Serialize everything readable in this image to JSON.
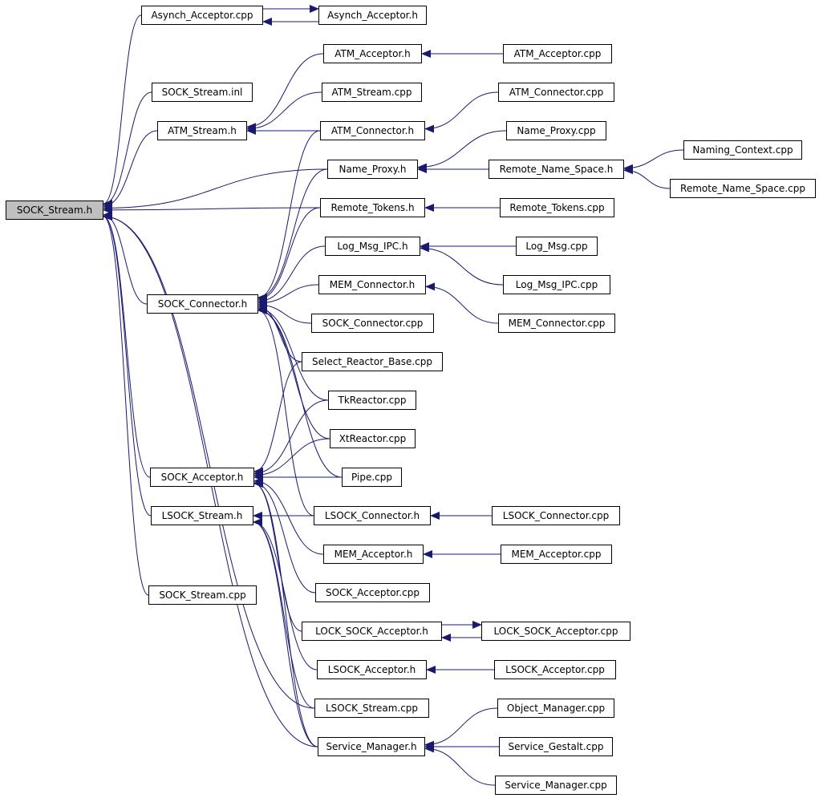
{
  "colors": {
    "edge": "#191970",
    "root_fill": "#bfbfbf",
    "node_fill": "#ffffff",
    "border": "#000000"
  },
  "nodes": {
    "n_sock_stream_h": "SOCK_Stream.h",
    "n_asynch_acceptor_cpp": "Asynch_Acceptor.cpp",
    "n_asynch_acceptor_h": "Asynch_Acceptor.h",
    "n_sock_stream_inl": "SOCK_Stream.inl",
    "n_atm_stream_h": "ATM_Stream.h",
    "n_atm_acceptor_h": "ATM_Acceptor.h",
    "n_atm_acceptor_cpp": "ATM_Acceptor.cpp",
    "n_atm_stream_cpp": "ATM_Stream.cpp",
    "n_atm_connector_cpp": "ATM_Connector.cpp",
    "n_atm_connector_h": "ATM_Connector.h",
    "n_name_proxy_cpp": "Name_Proxy.cpp",
    "n_name_proxy_h": "Name_Proxy.h",
    "n_remote_name_space_h": "Remote_Name_Space.h",
    "n_naming_context_cpp": "Naming_Context.cpp",
    "n_remote_name_space_cpp": "Remote_Name_Space.cpp",
    "n_remote_tokens_h": "Remote_Tokens.h",
    "n_remote_tokens_cpp": "Remote_Tokens.cpp",
    "n_log_msg_ipc_h": "Log_Msg_IPC.h",
    "n_log_msg_cpp": "Log_Msg.cpp",
    "n_log_msg_ipc_cpp": "Log_Msg_IPC.cpp",
    "n_sock_connector_h": "SOCK_Connector.h",
    "n_mem_connector_h": "MEM_Connector.h",
    "n_sock_connector_cpp": "SOCK_Connector.cpp",
    "n_mem_connector_cpp": "MEM_Connector.cpp",
    "n_select_reactor_base_cpp": "Select_Reactor_Base.cpp",
    "n_tkreactor_cpp": "TkReactor.cpp",
    "n_xtreactor_cpp": "XtReactor.cpp",
    "n_sock_acceptor_h": "SOCK_Acceptor.h",
    "n_pipe_cpp": "Pipe.cpp",
    "n_lsock_stream_h": "LSOCK_Stream.h",
    "n_lsock_connector_h": "LSOCK_Connector.h",
    "n_lsock_connector_cpp": "LSOCK_Connector.cpp",
    "n_mem_acceptor_h": "MEM_Acceptor.h",
    "n_mem_acceptor_cpp": "MEM_Acceptor.cpp",
    "n_sock_stream_cpp": "SOCK_Stream.cpp",
    "n_sock_acceptor_cpp": "SOCK_Acceptor.cpp",
    "n_lock_sock_acceptor_h": "LOCK_SOCK_Acceptor.h",
    "n_lock_sock_acceptor_cpp": "LOCK_SOCK_Acceptor.cpp",
    "n_lsock_acceptor_h": "LSOCK_Acceptor.h",
    "n_lsock_acceptor_cpp": "LSOCK_Acceptor.cpp",
    "n_lsock_stream_cpp": "LSOCK_Stream.cpp",
    "n_object_manager_cpp": "Object_Manager.cpp",
    "n_service_manager_h": "Service_Manager.h",
    "n_service_gestalt_cpp": "Service_Gestalt.cpp",
    "n_service_manager_cpp": "Service_Manager.cpp"
  },
  "edges": [
    [
      "n_asynch_acceptor_cpp",
      "n_sock_stream_h"
    ],
    [
      "n_sock_stream_inl",
      "n_sock_stream_h"
    ],
    [
      "n_atm_stream_h",
      "n_sock_stream_h"
    ],
    [
      "n_name_proxy_h",
      "n_sock_stream_h"
    ],
    [
      "n_remote_tokens_h",
      "n_sock_stream_h"
    ],
    [
      "n_sock_connector_h",
      "n_sock_stream_h"
    ],
    [
      "n_sock_acceptor_h",
      "n_sock_stream_h"
    ],
    [
      "n_lsock_stream_h",
      "n_sock_stream_h"
    ],
    [
      "n_sock_stream_cpp",
      "n_sock_stream_h"
    ],
    [
      "n_lsock_stream_cpp",
      "n_sock_stream_h"
    ],
    [
      "n_service_manager_h",
      "n_sock_stream_h"
    ],
    [
      "n_asynch_acceptor_cpp",
      "n_asynch_acceptor_h"
    ],
    [
      "n_asynch_acceptor_h",
      "n_asynch_acceptor_cpp"
    ],
    [
      "n_atm_acceptor_h",
      "n_atm_stream_h"
    ],
    [
      "n_atm_stream_cpp",
      "n_atm_stream_h"
    ],
    [
      "n_atm_connector_h",
      "n_atm_stream_h"
    ],
    [
      "n_atm_acceptor_cpp",
      "n_atm_acceptor_h"
    ],
    [
      "n_atm_connector_cpp",
      "n_atm_connector_h"
    ],
    [
      "n_name_proxy_cpp",
      "n_name_proxy_h"
    ],
    [
      "n_remote_name_space_h",
      "n_name_proxy_h"
    ],
    [
      "n_naming_context_cpp",
      "n_remote_name_space_h"
    ],
    [
      "n_remote_name_space_cpp",
      "n_remote_name_space_h"
    ],
    [
      "n_remote_tokens_cpp",
      "n_remote_tokens_h"
    ],
    [
      "n_log_msg_cpp",
      "n_log_msg_ipc_h"
    ],
    [
      "n_log_msg_ipc_cpp",
      "n_log_msg_ipc_h"
    ],
    [
      "n_mem_connector_cpp",
      "n_mem_connector_h"
    ],
    [
      "n_atm_connector_h",
      "n_sock_connector_h"
    ],
    [
      "n_name_proxy_h",
      "n_sock_connector_h"
    ],
    [
      "n_remote_tokens_h",
      "n_sock_connector_h"
    ],
    [
      "n_log_msg_ipc_h",
      "n_sock_connector_h"
    ],
    [
      "n_mem_connector_h",
      "n_sock_connector_h"
    ],
    [
      "n_sock_connector_cpp",
      "n_sock_connector_h"
    ],
    [
      "n_select_reactor_base_cpp",
      "n_sock_connector_h"
    ],
    [
      "n_tkreactor_cpp",
      "n_sock_connector_h"
    ],
    [
      "n_xtreactor_cpp",
      "n_sock_connector_h"
    ],
    [
      "n_pipe_cpp",
      "n_sock_connector_h"
    ],
    [
      "n_lsock_connector_h",
      "n_sock_connector_h"
    ],
    [
      "n_select_reactor_base_cpp",
      "n_sock_acceptor_h"
    ],
    [
      "n_tkreactor_cpp",
      "n_sock_acceptor_h"
    ],
    [
      "n_xtreactor_cpp",
      "n_sock_acceptor_h"
    ],
    [
      "n_pipe_cpp",
      "n_sock_acceptor_h"
    ],
    [
      "n_mem_acceptor_h",
      "n_sock_acceptor_h"
    ],
    [
      "n_sock_acceptor_cpp",
      "n_sock_acceptor_h"
    ],
    [
      "n_lock_sock_acceptor_h",
      "n_sock_acceptor_h"
    ],
    [
      "n_service_manager_h",
      "n_sock_acceptor_h"
    ],
    [
      "n_lsock_connector_h",
      "n_lsock_stream_h"
    ],
    [
      "n_lsock_acceptor_h",
      "n_lsock_stream_h"
    ],
    [
      "n_lsock_stream_cpp",
      "n_lsock_stream_h"
    ],
    [
      "n_service_manager_h",
      "n_lsock_stream_h"
    ],
    [
      "n_lsock_connector_cpp",
      "n_lsock_connector_h"
    ],
    [
      "n_mem_acceptor_cpp",
      "n_mem_acceptor_h"
    ],
    [
      "n_lock_sock_acceptor_cpp",
      "n_lock_sock_acceptor_h"
    ],
    [
      "n_lock_sock_acceptor_h",
      "n_lock_sock_acceptor_cpp"
    ],
    [
      "n_lsock_acceptor_cpp",
      "n_lsock_acceptor_h"
    ],
    [
      "n_object_manager_cpp",
      "n_service_manager_h"
    ],
    [
      "n_service_gestalt_cpp",
      "n_service_manager_h"
    ],
    [
      "n_service_manager_cpp",
      "n_service_manager_h"
    ]
  ]
}
